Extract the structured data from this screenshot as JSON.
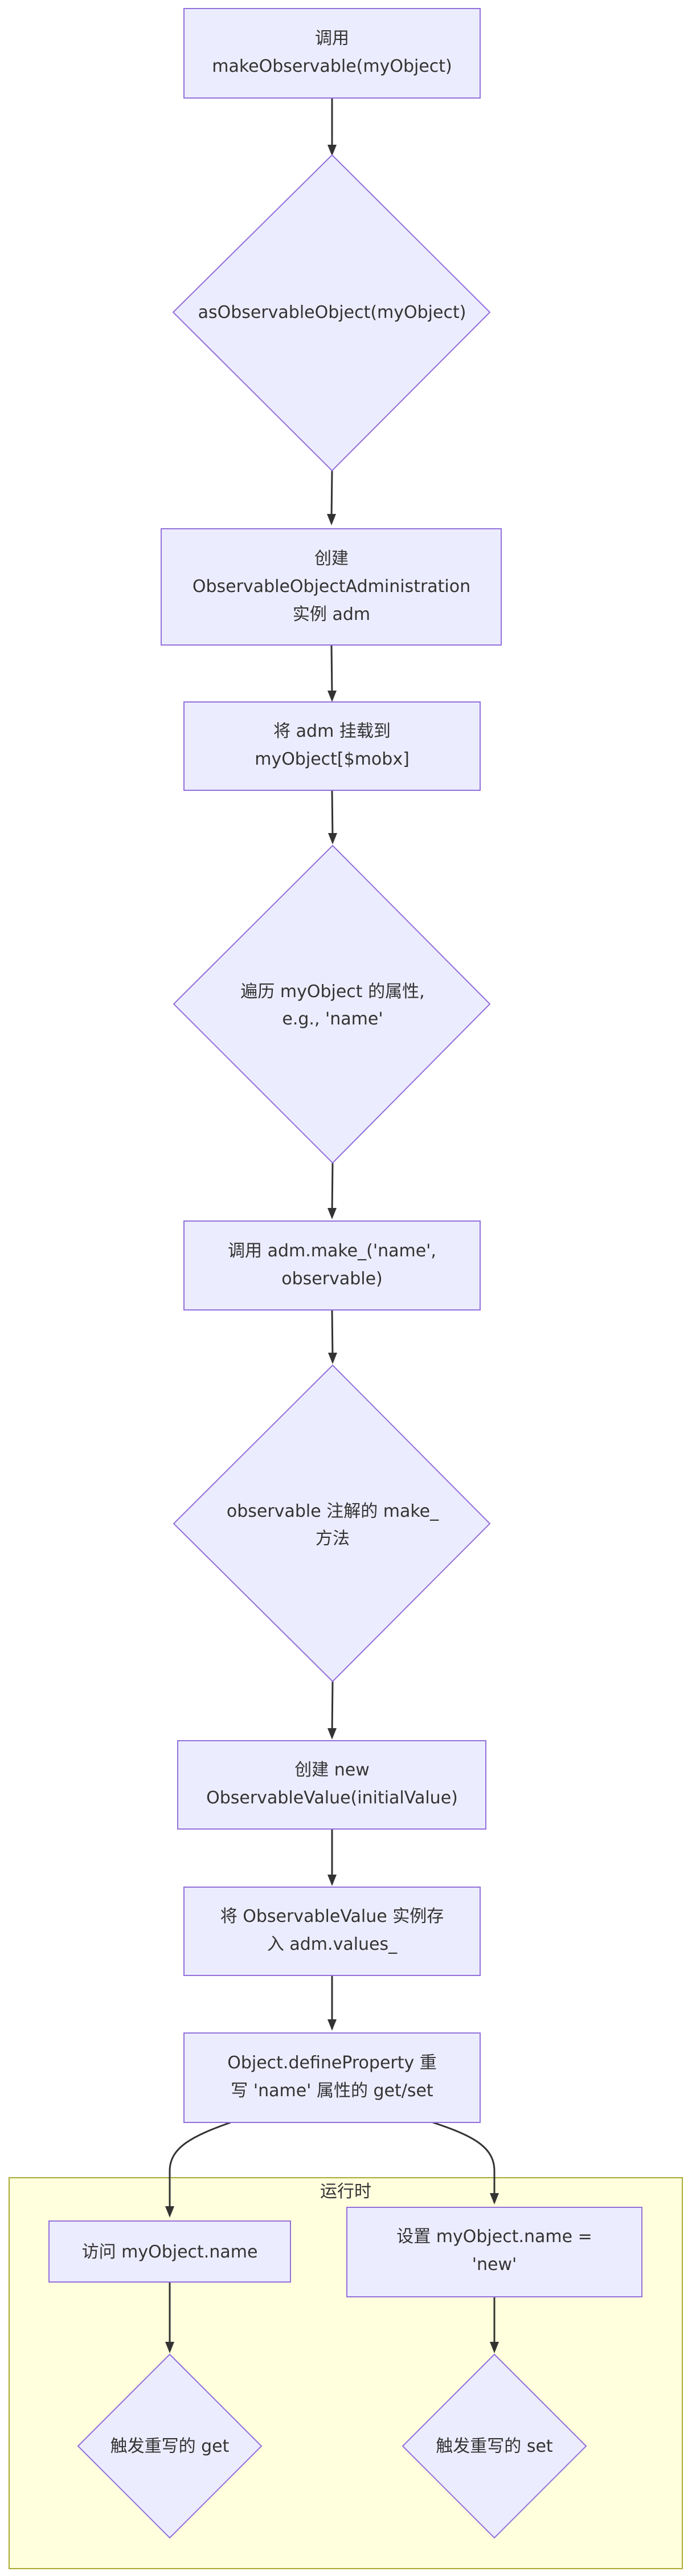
{
  "colors": {
    "node_fill": "#ECECFF",
    "node_stroke": "#9370DB",
    "cluster_fill": "#FFFFDE",
    "cluster_stroke": "#AAAA33",
    "edge": "#333333",
    "text": "#333333"
  },
  "nodes": {
    "call_make_observable": {
      "lines": [
        "调用",
        "makeObservable(myObject)"
      ]
    },
    "as_observable_object": {
      "lines": [
        "asObservableObject(myObject)"
      ]
    },
    "create_adm": {
      "lines": [
        "创建",
        "ObservableObjectAdministration",
        "实例 adm"
      ]
    },
    "mount_adm": {
      "lines": [
        "将 adm 挂载到",
        "myObject[$mobx]"
      ]
    },
    "iterate_props": {
      "lines": [
        "遍历 myObject 的属性,",
        "e.g., 'name'"
      ]
    },
    "call_adm_make": {
      "lines": [
        "调用 adm.make_('name',",
        "observable)"
      ]
    },
    "observable_make": {
      "lines": [
        "observable 注解的 make_",
        "方法"
      ]
    },
    "create_observable_value": {
      "lines": [
        "创建 new",
        "ObservableValue(initialValue)"
      ]
    },
    "store_values": {
      "lines": [
        "将 ObservableValue 实例存",
        "入 adm.values_"
      ]
    },
    "define_property": {
      "lines": [
        "Object.defineProperty 重",
        "写 'name' 属性的 get/set"
      ]
    },
    "access_name": {
      "lines": [
        "访问 myObject.name"
      ]
    },
    "set_name": {
      "lines": [
        "设置 myObject.name =",
        "'new'"
      ]
    },
    "trigger_get": {
      "lines": [
        "触发重写的 get"
      ]
    },
    "trigger_set": {
      "lines": [
        "触发重写的 set"
      ]
    }
  },
  "runtime_group": {
    "title": "运行时"
  }
}
